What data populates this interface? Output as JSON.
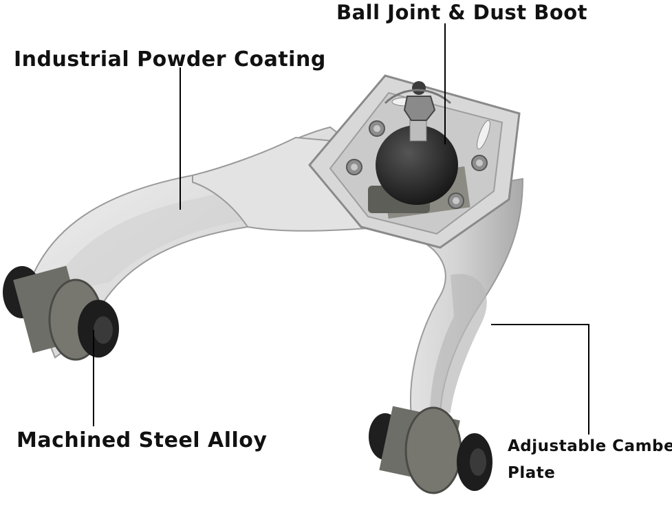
{
  "labels": {
    "ball_joint": "Ball Joint & Dust Boot",
    "powder_coating": "Industrial Powder Coating",
    "steel_alloy": "Machined Steel Alloy",
    "camber_line1": "Adjustable Camber",
    "camber_line2": "Plate"
  },
  "colors": {
    "arm_body": "#e6e6e6",
    "arm_shade": "#bdbdbd",
    "bushing_rubber": "#2a2a2a",
    "bushing_sleeve": "#6b6b66",
    "ball_boot": "#222222",
    "leader_line": "#000000"
  }
}
